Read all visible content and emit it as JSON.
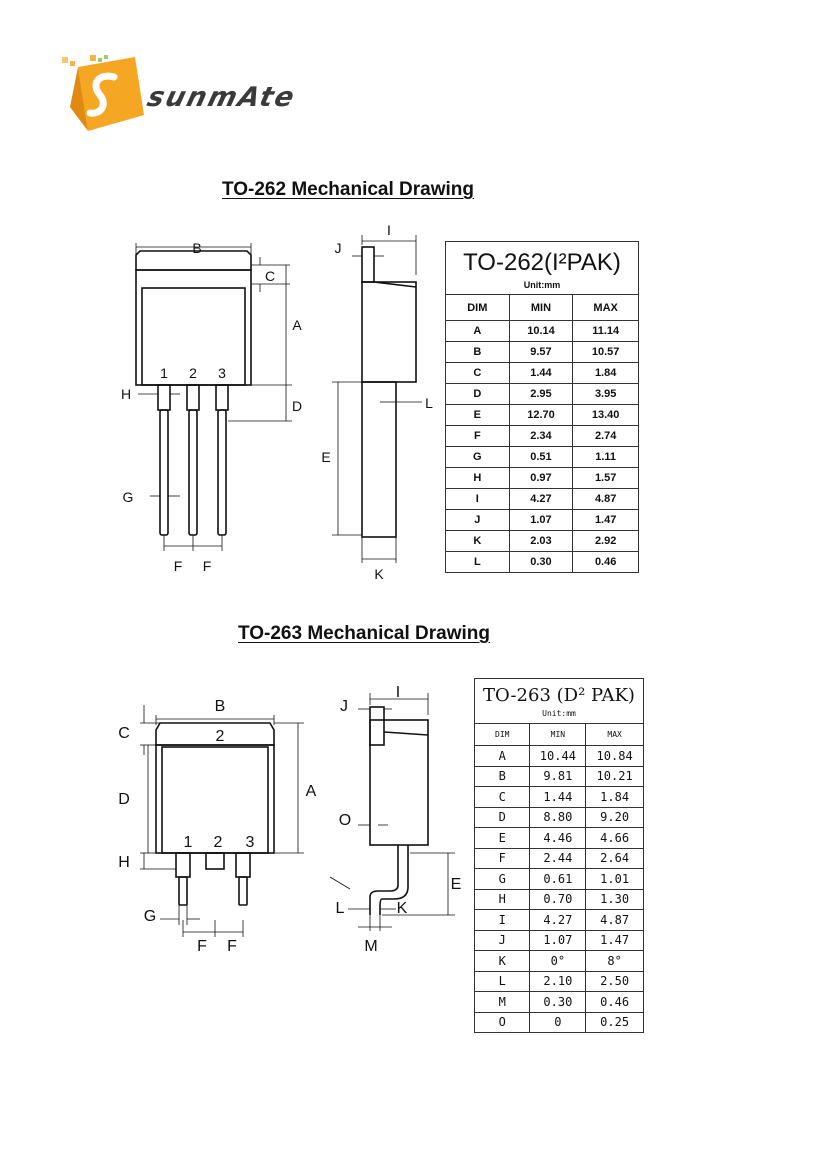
{
  "brand": {
    "name": "sunmAte"
  },
  "to262": {
    "title": "TO-262 Mechanical Drawing",
    "table": {
      "title": "TO-262(I²PAK)",
      "unit": "Unit:mm",
      "headers": [
        "DIM",
        "MIN",
        "MAX"
      ],
      "rows": [
        [
          "A",
          "10.14",
          "11.14"
        ],
        [
          "B",
          "9.57",
          "10.57"
        ],
        [
          "C",
          "1.44",
          "1.84"
        ],
        [
          "D",
          "2.95",
          "3.95"
        ],
        [
          "E",
          "12.70",
          "13.40"
        ],
        [
          "F",
          "2.34",
          "2.74"
        ],
        [
          "G",
          "0.51",
          "1.11"
        ],
        [
          "H",
          "0.97",
          "1.57"
        ],
        [
          "I",
          "4.27",
          "4.87"
        ],
        [
          "J",
          "1.07",
          "1.47"
        ],
        [
          "K",
          "2.03",
          "2.92"
        ],
        [
          "L",
          "0.30",
          "0.46"
        ]
      ]
    },
    "drawing_labels": {
      "A": "A",
      "B": "B",
      "C": "C",
      "D": "D",
      "E": "E",
      "F1": "F",
      "F2": "F",
      "G": "G",
      "H": "H",
      "I": "I",
      "J": "J",
      "K": "K",
      "L": "L",
      "pin1": "1",
      "pin2": "2",
      "pin3": "3"
    }
  },
  "to263": {
    "title": "TO-263 Mechanical Drawing",
    "table": {
      "title": "TO-263 (D² PAK)",
      "unit": "Unit:mm",
      "headers": [
        "DIM",
        "MIN",
        "MAX"
      ],
      "rows": [
        [
          "A",
          "10.44",
          "10.84"
        ],
        [
          "B",
          "9.81",
          "10.21"
        ],
        [
          "C",
          "1.44",
          "1.84"
        ],
        [
          "D",
          "8.80",
          "9.20"
        ],
        [
          "E",
          "4.46",
          "4.66"
        ],
        [
          "F",
          "2.44",
          "2.64"
        ],
        [
          "G",
          "0.61",
          "1.01"
        ],
        [
          "H",
          "0.70",
          "1.30"
        ],
        [
          "I",
          "4.27",
          "4.87"
        ],
        [
          "J",
          "1.07",
          "1.47"
        ],
        [
          "K",
          "0°",
          "8°"
        ],
        [
          "L",
          "2.10",
          "2.50"
        ],
        [
          "M",
          "0.30",
          "0.46"
        ],
        [
          "O",
          "0",
          "0.25"
        ]
      ]
    },
    "drawing_labels": {
      "A": "A",
      "B": "B",
      "C": "C",
      "D": "D",
      "E": "E",
      "F1": "F",
      "F2": "F",
      "G": "G",
      "H": "H",
      "I": "I",
      "J": "J",
      "K": "K",
      "L": "L",
      "M": "M",
      "O": "O",
      "pin1": "1",
      "pin2": "2",
      "pin3": "3",
      "tab": "2"
    }
  },
  "colors": {
    "logo_orange": "#f5a623",
    "logo_dark": "#3a3a3a"
  }
}
